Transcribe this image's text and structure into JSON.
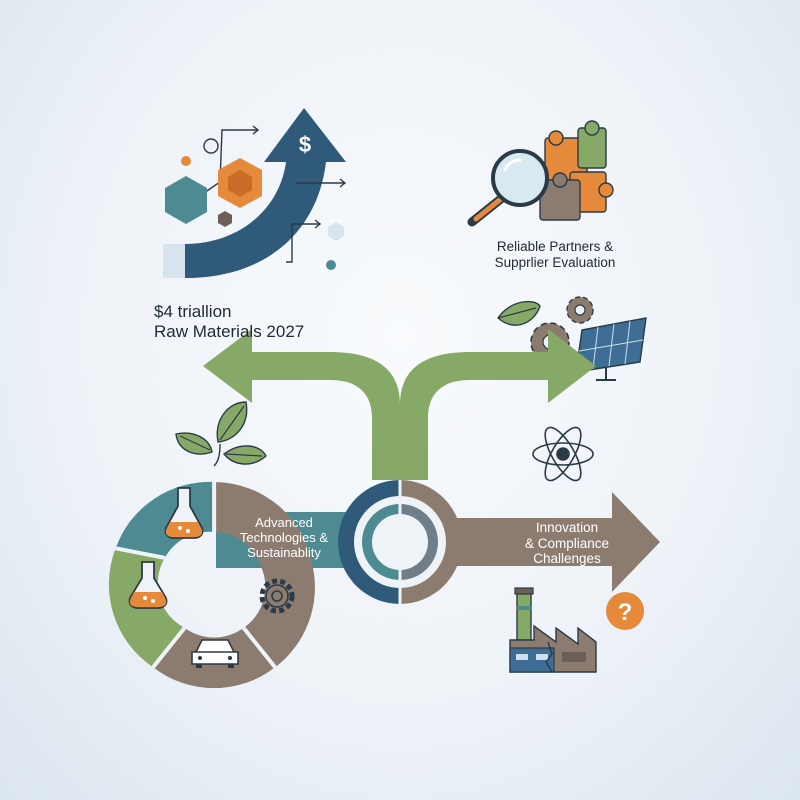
{
  "market": {
    "line1": "$4 triallion",
    "line2": "Raw Materials 2027"
  },
  "partners": {
    "line1": "Reliable Partners &",
    "line2": "Supprlier Evaluation"
  },
  "tech": {
    "line1": "Advanced",
    "line2": "Technologies &",
    "line3": "Sustainablity"
  },
  "innovation": {
    "line1": "Innovation",
    "line2": "& Compliance",
    "line3": "Challenges"
  },
  "icons": {
    "growth": "dollar-growth-arrow-icon",
    "partners": "magnifier-puzzle-icon",
    "energy": "gear-solar-leaf-icon",
    "atom": "atom-icon",
    "factory": "factory-icon",
    "question": "question-mark-icon",
    "leaves": "leaves-icon",
    "flask": "flask-icon",
    "gear": "gear-icon",
    "car": "car-icon"
  },
  "colors": {
    "navy": "#2f5a7a",
    "teal": "#4e8a92",
    "green": "#87a968",
    "taupe": "#8c7c70",
    "orange": "#e58a3b",
    "dark": "#1d2a36"
  }
}
